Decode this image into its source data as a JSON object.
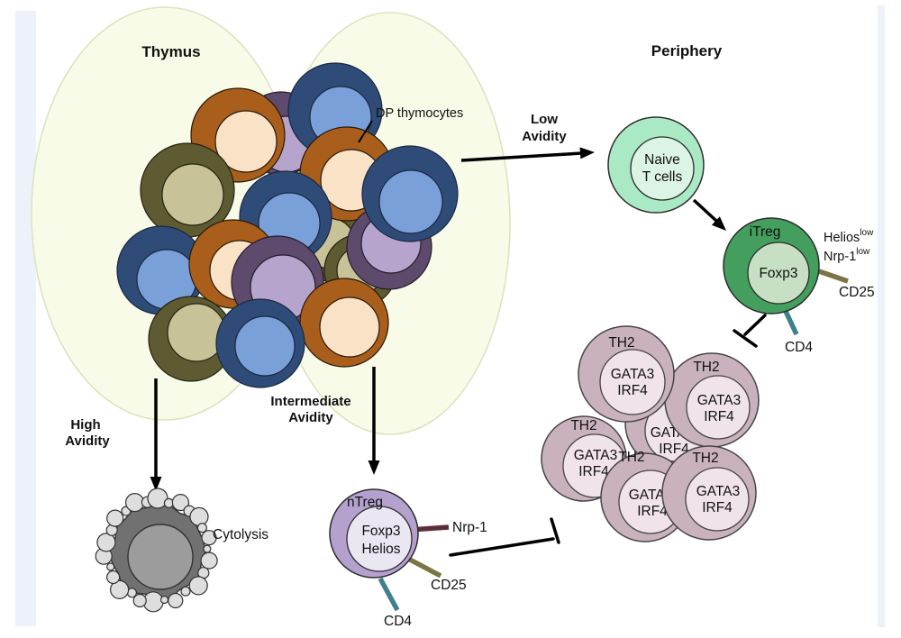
{
  "colors": {
    "side_strip": "#edf2fa",
    "lobe_fill": "#f8fbe8",
    "lobe_border": "#dce4bf",
    "navy_outer": "#2e4c77",
    "blue_inner": "#79a0d9",
    "brown_outer": "#a95f1b",
    "peach_inner": "#f9e2c5",
    "olive_outer": "#5e5b33",
    "khaki_inner": "#c8c299",
    "purple_outer": "#5d4a6c",
    "lavender_inner": "#b7a4cd",
    "naive_outer": "#a9e9c3",
    "naive_inner": "#dcf4e3",
    "itreg_outer": "#449e5d",
    "itreg_inner": "#c7dfc5",
    "ntreg_outer": "#b4a1cd",
    "ntreg_inner": "#eae7f3",
    "th2_outer": "#c9b2be",
    "th2_inner": "#f0e3ea",
    "cyto_outer": "#717171",
    "cyto_inner": "#9c9c9c",
    "cyto_bleb": "#dedede",
    "cd4_line": "#3f7f8e",
    "cd25_line": "#7b7544",
    "nrp1_line": "#5c2f38"
  },
  "titles": {
    "thymus": "Thymus",
    "periphery": "Periphery"
  },
  "labels": {
    "dp_thymocytes": "DP thymocytes",
    "low_avidity_1": "Low",
    "low_avidity_2": "Avidity",
    "high_avidity_1": "High",
    "high_avidity_2": "Avidity",
    "intermediate_avidity_1": "Intermediate",
    "intermediate_avidity_2": "Avidity",
    "cytolysis": "Cytolysis"
  },
  "cells": {
    "naive": {
      "line1": "Naive",
      "line2": "T cells"
    },
    "itreg": {
      "type": "iTreg",
      "factor": "Foxp3",
      "helios_base": "Helios",
      "helios_sup": "low",
      "nrp1_base": "Nrp-1",
      "nrp1_sup": "low",
      "cd25": "CD25",
      "cd4": "CD4"
    },
    "ntreg": {
      "type": "nTreg",
      "factor1": "Foxp3",
      "factor2": "Helios",
      "nrp1": "Nrp-1",
      "cd25": "CD25",
      "cd4": "CD4"
    },
    "th2": {
      "type": "TH2",
      "factor1": "GATA3",
      "factor2": "IRF4"
    }
  }
}
